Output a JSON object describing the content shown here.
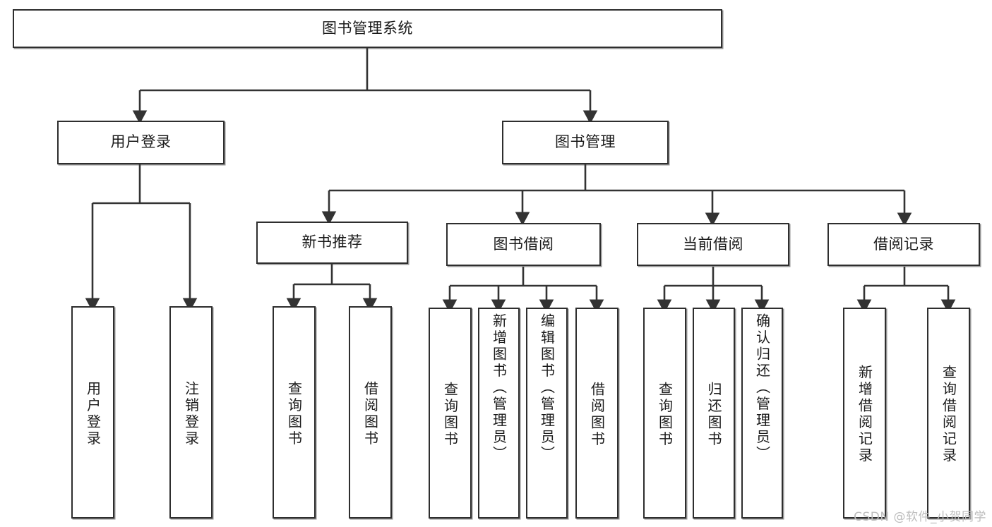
{
  "diagram": {
    "type": "tree-hierarchy",
    "title": "图书管理系统",
    "watermark": "CSDN @软件_小贺同学",
    "colors": {
      "background": "#ffffff",
      "box_border": "#2e2e2e",
      "box_fill": "#ffffff",
      "connector": "#333333",
      "text": "#1a1a1a",
      "watermark": "#bdbdbd"
    },
    "nodes": {
      "root": {
        "label": "图书管理系统"
      },
      "level2": [
        {
          "id": "user-login",
          "label": "用户登录"
        },
        {
          "id": "book-management",
          "label": "图书管理"
        }
      ],
      "level3": [
        {
          "id": "new-book-recommend",
          "label": "新书推荐"
        },
        {
          "id": "book-borrow",
          "label": "图书借阅"
        },
        {
          "id": "current-borrow",
          "label": "当前借阅"
        },
        {
          "id": "borrow-record",
          "label": "借阅记录"
        }
      ],
      "leaves": {
        "user-login": [
          {
            "id": "leaf-user-login",
            "label": "用户登录"
          },
          {
            "id": "leaf-logout-login",
            "label": "注销登录"
          }
        ],
        "new-book-recommend": [
          {
            "id": "leaf-query-book-1",
            "label": "查询图书"
          },
          {
            "id": "leaf-borrow-book-1",
            "label": "借阅图书"
          }
        ],
        "book-borrow": [
          {
            "id": "leaf-query-book-2",
            "label": "查询图书"
          },
          {
            "id": "leaf-add-book-admin",
            "label": "新增图书（管理员）"
          },
          {
            "id": "leaf-edit-book-admin",
            "label": "编辑图书（管理员）"
          },
          {
            "id": "leaf-borrow-book-2",
            "label": "借阅图书"
          }
        ],
        "current-borrow": [
          {
            "id": "leaf-query-book-3",
            "label": "查询图书"
          },
          {
            "id": "leaf-return-book",
            "label": "归还图书"
          },
          {
            "id": "leaf-confirm-return-admin",
            "label": "确认归还（管理员）"
          }
        ],
        "borrow-record": [
          {
            "id": "leaf-add-borrow-record",
            "label": "新增借阅记录"
          },
          {
            "id": "leaf-query-borrow-record",
            "label": "查询借阅记录"
          }
        ]
      }
    }
  }
}
